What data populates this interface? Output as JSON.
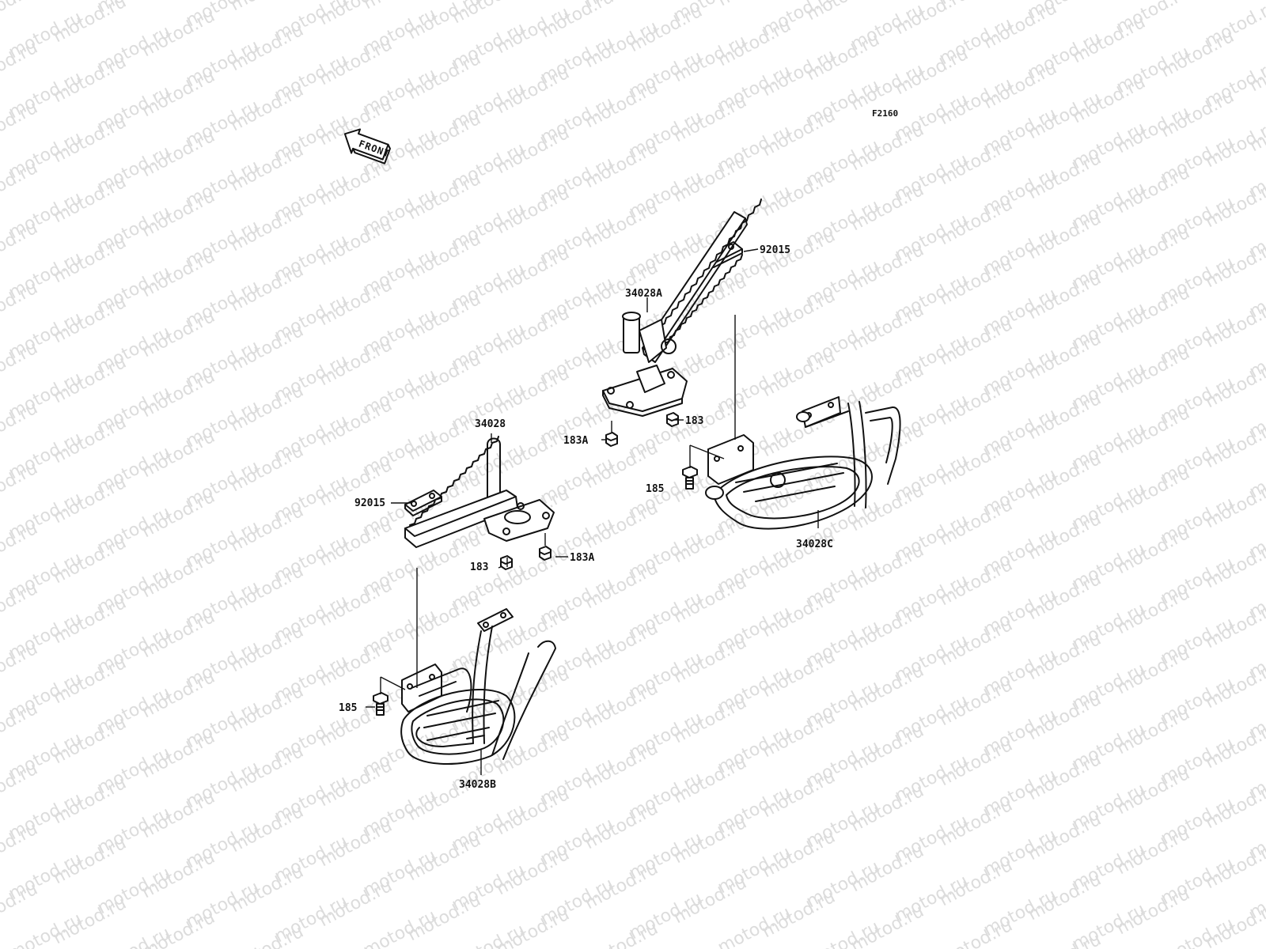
{
  "watermark": {
    "text": "motod.ru"
  },
  "figure_code": "F2160",
  "front_indicator": {
    "text": "FRONT"
  },
  "parts": [
    {
      "id": "p1",
      "label": "92015"
    },
    {
      "id": "p2",
      "label": "34028A"
    },
    {
      "id": "p3",
      "label": "183"
    },
    {
      "id": "p4",
      "label": "183A"
    },
    {
      "id": "p5",
      "label": "185"
    },
    {
      "id": "p6",
      "label": "34028C"
    },
    {
      "id": "p7",
      "label": "34028"
    },
    {
      "id": "p8",
      "label": "92015"
    },
    {
      "id": "p9",
      "label": "183"
    },
    {
      "id": "p10",
      "label": "183A"
    },
    {
      "id": "p11",
      "label": "185"
    },
    {
      "id": "p12",
      "label": "34028B"
    }
  ]
}
